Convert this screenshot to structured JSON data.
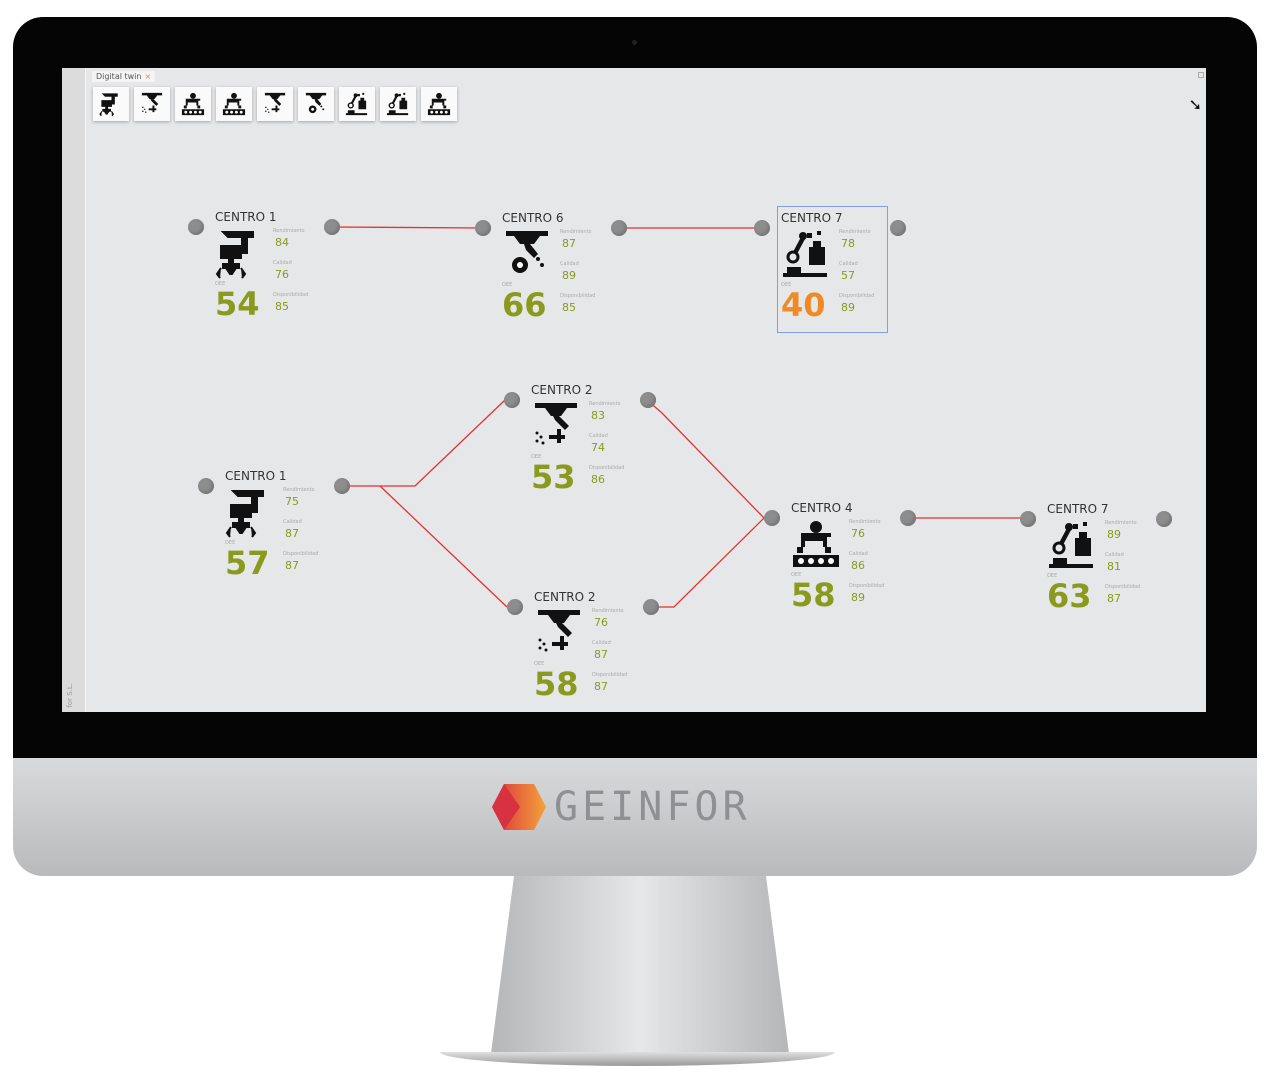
{
  "window": {
    "tab_label": "Digital twin",
    "tab_close": "×",
    "side_text": "for S.L."
  },
  "toolbar": {
    "tools": [
      "gripper-tool",
      "dispenser-robot-tool",
      "palletizer-tool",
      "conveyor-robot-tool",
      "spray-tool",
      "drill-tool",
      "robot-arm-tool",
      "vision-robot-tool",
      "multi-station-tool"
    ]
  },
  "labels": {
    "oee": "OEE",
    "rendimiento": "Rendimiento",
    "calidad": "Calidad",
    "disponibilidad": "Disponibilidad"
  },
  "colors": {
    "good": "#8a9a1e",
    "warn": "#f08a24",
    "link": "#e83030"
  },
  "nodes": [
    {
      "title": "CENTRO 1",
      "icon": "gripper",
      "oee": "54",
      "rendimiento": "84",
      "calidad": "76",
      "disponibilidad": "85",
      "status": "good"
    },
    {
      "title": "CENTRO 6",
      "icon": "drill",
      "oee": "66",
      "rendimiento": "87",
      "calidad": "89",
      "disponibilidad": "85",
      "status": "good"
    },
    {
      "title": "CENTRO 7",
      "icon": "robot-arm",
      "oee": "40",
      "rendimiento": "78",
      "calidad": "57",
      "disponibilidad": "89",
      "status": "warn",
      "selected": true
    },
    {
      "title": "CENTRO 1",
      "icon": "gripper",
      "oee": "57",
      "rendimiento": "75",
      "calidad": "87",
      "disponibilidad": "87",
      "status": "good"
    },
    {
      "title": "CENTRO 2",
      "icon": "dispenser",
      "oee": "53",
      "rendimiento": "83",
      "calidad": "74",
      "disponibilidad": "86",
      "status": "good"
    },
    {
      "title": "CENTRO 2",
      "icon": "dispenser",
      "oee": "58",
      "rendimiento": "76",
      "calidad": "87",
      "disponibilidad": "87",
      "status": "good"
    },
    {
      "title": "CENTRO 4",
      "icon": "conveyor",
      "oee": "58",
      "rendimiento": "76",
      "calidad": "86",
      "disponibilidad": "89",
      "status": "good"
    },
    {
      "title": "CENTRO 7",
      "icon": "robot-arm",
      "oee": "63",
      "rendimiento": "89",
      "calidad": "81",
      "disponibilidad": "87",
      "status": "good"
    }
  ],
  "brand": {
    "name": "GEINFOR"
  }
}
